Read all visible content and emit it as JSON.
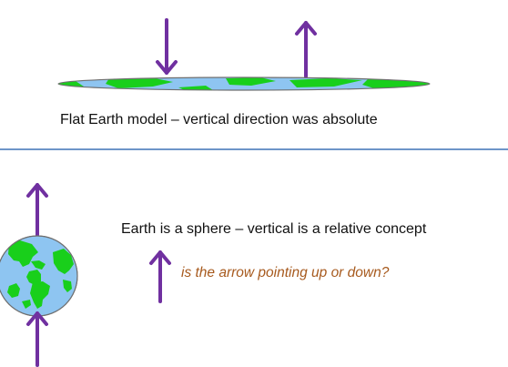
{
  "flat_model": {
    "caption": "Flat Earth model – vertical direction was absolute"
  },
  "sphere_model": {
    "caption": "Earth is a sphere – vertical is a relative concept",
    "question": "is the arrow pointing up or down?"
  },
  "colors": {
    "arrow": "#7030a0",
    "ocean": "#8ec5f1",
    "land": "#19cf1b",
    "outline": "#6f6f6f",
    "divider": "#3f72b6",
    "question_text": "#a75a1e"
  },
  "icons": {
    "flat_earth": "flat-earth-disc",
    "globe": "globe-icon",
    "arrow": "arrow-icon"
  }
}
